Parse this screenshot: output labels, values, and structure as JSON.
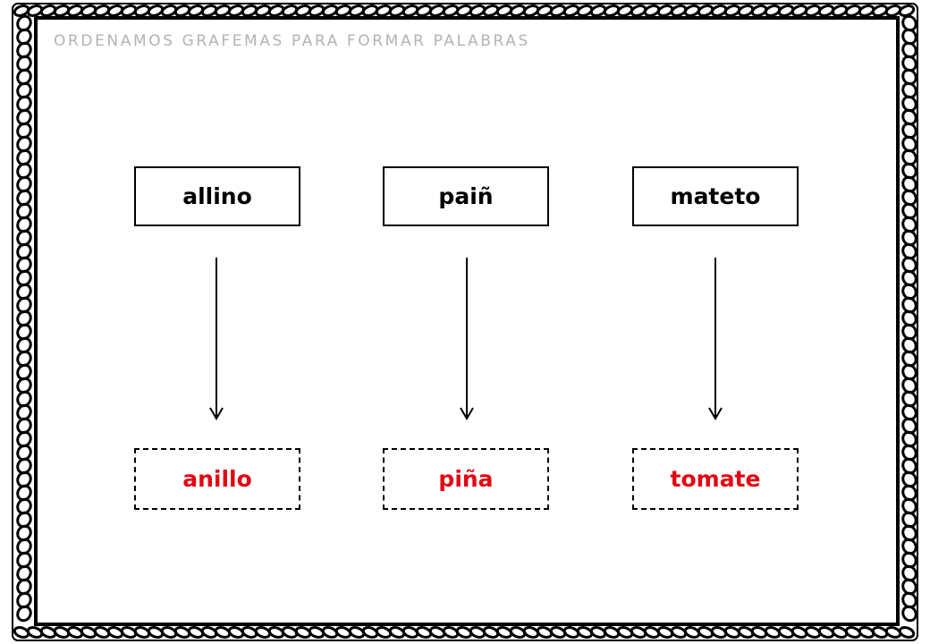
{
  "worksheet": {
    "title": "ORDENAMOS GRAFEMAS PARA FORMAR PALABRAS",
    "items": [
      {
        "scrambled": "allino",
        "answer": "anillo"
      },
      {
        "scrambled": "paiñ",
        "answer": "piña"
      },
      {
        "scrambled": "mateto",
        "answer": "tomate"
      }
    ]
  },
  "colors": {
    "title": "#b3b3b3",
    "answer": "#e30613",
    "border": "#000000"
  }
}
